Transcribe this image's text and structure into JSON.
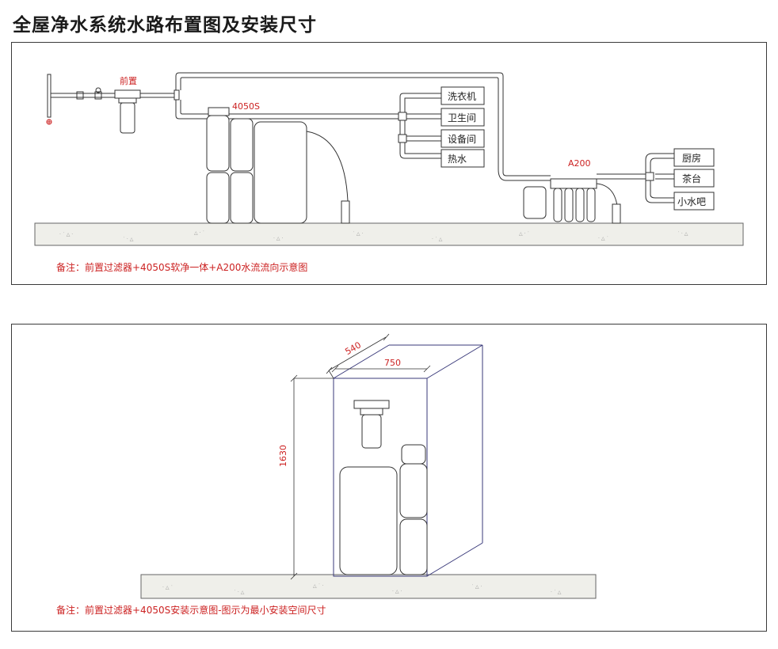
{
  "title": "全屋净水系统水路布置图及安装尺寸",
  "diagram1": {
    "labels": {
      "prefilter": "前置",
      "softener": "4050S",
      "purifier": "A200"
    },
    "outlets_left": [
      "洗衣机",
      "卫生间",
      "设备间",
      "热水"
    ],
    "outlets_right": [
      "厨房",
      "茶台",
      "小水吧"
    ],
    "note": "备注：前置过滤器+4050S软净一体+A200水流流向示意图"
  },
  "diagram2": {
    "dimensions": {
      "depth": "540",
      "width": "750",
      "height": "1630"
    },
    "note": "备注：前置过滤器+4050S安装示意图-图示为最小安装空间尺寸"
  },
  "colors": {
    "accent_red": "#cc2222",
    "line": "#333333",
    "ground": "#efefea"
  }
}
